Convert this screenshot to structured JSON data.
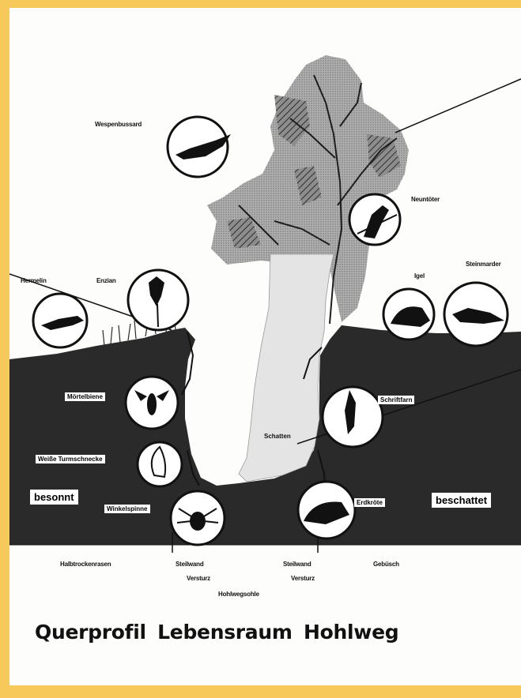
{
  "title": "Querprofil Lebensraum Hohlweg",
  "animals": {
    "wespenbussard": "Wespenbussard",
    "neuntoeter": "Neuntöter",
    "hermelin": "Hermelin",
    "enzian": "Enzian",
    "igel": "Igel",
    "steinmarder": "Steinmarder",
    "moertelbiene": "Mörtelbiene",
    "turmschnecke": "Weiße Turmschnecke",
    "winkelspinne": "Winkelspinne",
    "schriftfarn": "Schriftfarn",
    "erdkroete": "Erdkröte"
  },
  "labels": {
    "schatten": "Schatten",
    "besonnt": "besonnt",
    "beschattet": "beschattet"
  },
  "profile": {
    "halbtrockenrasen": "Halbtrockenrasen",
    "steilwand_left": "Steilwand",
    "versturz_left": "Versturz",
    "hohlwegsohle": "Hohlwegsohle",
    "steilwand_right": "Steilwand",
    "versturz_right": "Versturz",
    "gebuesch": "Gebüsch"
  },
  "colors": {
    "frame": "#f7c85a",
    "paper": "#fdfdfb",
    "soil": "#2a2a2a",
    "tree": "#9c9c9c",
    "trunk": "#e4e4e4"
  }
}
